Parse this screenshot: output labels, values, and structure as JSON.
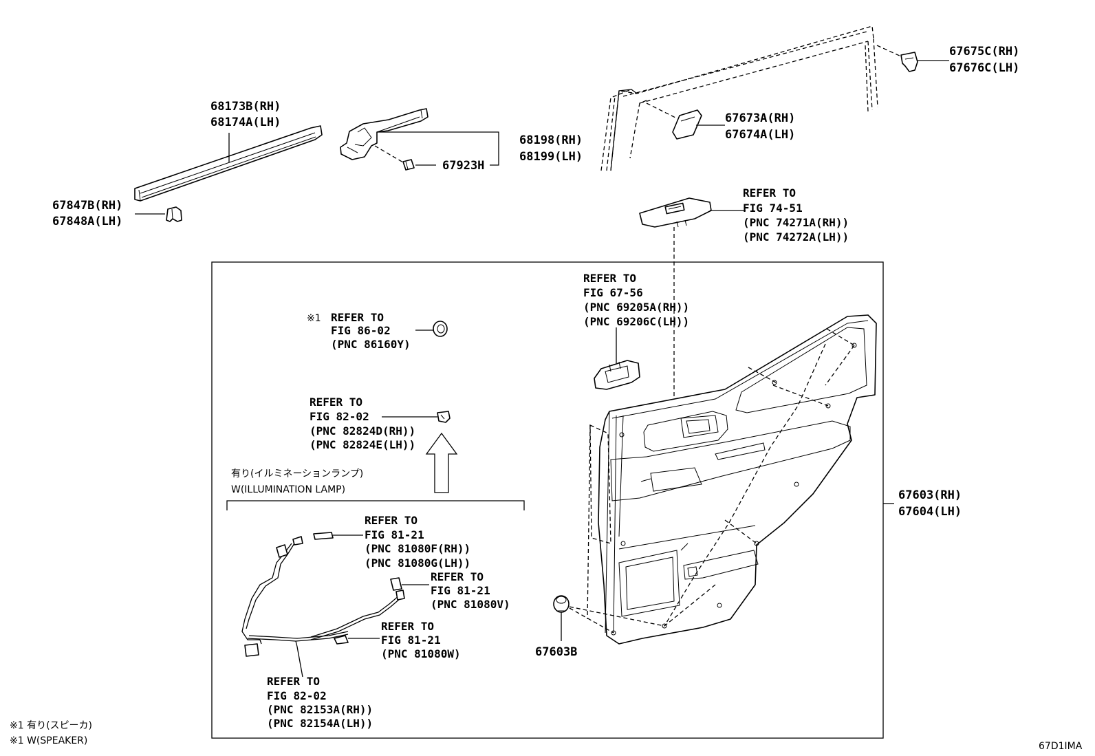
{
  "labels": {
    "l_68173": [
      "68173B(RH)",
      "68174A(LH)"
    ],
    "l_67847": [
      "67847B(RH)",
      "67848A(LH)"
    ],
    "l_68198": [
      "68198(RH)",
      "68199(LH)"
    ],
    "l_67923": [
      "67923H"
    ],
    "l_67675": [
      "67675C(RH)",
      "67676C(LH)"
    ],
    "l_67673": [
      "67673A(RH)",
      "67674A(LH)"
    ],
    "l_ref7451": [
      "REFER TO",
      "FIG 74-51",
      "(PNC 74271A(RH))",
      "(PNC 74272A(LH))"
    ],
    "l_ref6756": [
      "REFER TO",
      "FIG 67-56",
      "(PNC 69205A(RH))",
      "(PNC 69206C(LH))"
    ],
    "l_ref8602": [
      "REFER TO",
      "FIG 86-02",
      "(PNC 86160Y)"
    ],
    "l_ref8602_mark": [
      "※1"
    ],
    "l_ref8202a": [
      "REFER TO",
      "FIG 82-02",
      "(PNC 82824D(RH))",
      "(PNC 82824E(LH))"
    ],
    "l_illum": [
      "有り(イルミネーションランプ)",
      "W(ILLUMINATION LAMP)"
    ],
    "l_ref8121a": [
      "REFER TO",
      "FIG 81-21",
      "(PNC 81080F(RH))",
      "(PNC 81080G(LH))"
    ],
    "l_ref8121b": [
      "REFER TO",
      "FIG 81-21",
      "(PNC 81080V)"
    ],
    "l_ref8121c": [
      "REFER TO",
      "FIG 81-21",
      "(PNC 81080W)"
    ],
    "l_ref8202b": [
      "REFER TO",
      "FIG 82-02",
      "(PNC 82153A(RH))",
      "(PNC 82154A(LH))"
    ],
    "l_67603": [
      "67603(RH)",
      "67604(LH)"
    ],
    "l_67603B": [
      "67603B"
    ],
    "l_footnote": [
      "※1 有り(スピーカ)",
      "※1 W(SPEAKER)"
    ],
    "l_code": [
      "67D1IMA"
    ]
  }
}
